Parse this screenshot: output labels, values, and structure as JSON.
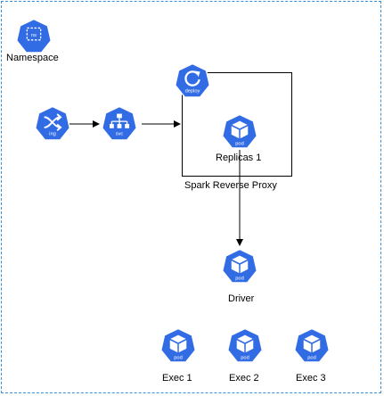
{
  "colors": {
    "k8s_blue": "#326ce5",
    "frame_border": "#3b8fd6",
    "line": "#000000"
  },
  "namespace": {
    "icon_text": "ns",
    "label": "Namespace"
  },
  "ingress": {
    "icon_text": "ing",
    "icon": "shuffle-icon"
  },
  "service": {
    "icon_text": "svc",
    "icon": "network-tree-icon"
  },
  "deployment": {
    "icon_text": "deploy",
    "icon": "refresh-icon"
  },
  "replica_pod": {
    "icon_text": "pod",
    "label": "Replicas 1"
  },
  "proxy": {
    "label": "Spark Reverse Proxy"
  },
  "driver": {
    "icon_text": "pod",
    "label": "Driver"
  },
  "executors": [
    {
      "icon_text": "pod",
      "label": "Exec 1"
    },
    {
      "icon_text": "pod",
      "label": "Exec 2"
    },
    {
      "icon_text": "pod",
      "label": "Exec 3"
    }
  ]
}
